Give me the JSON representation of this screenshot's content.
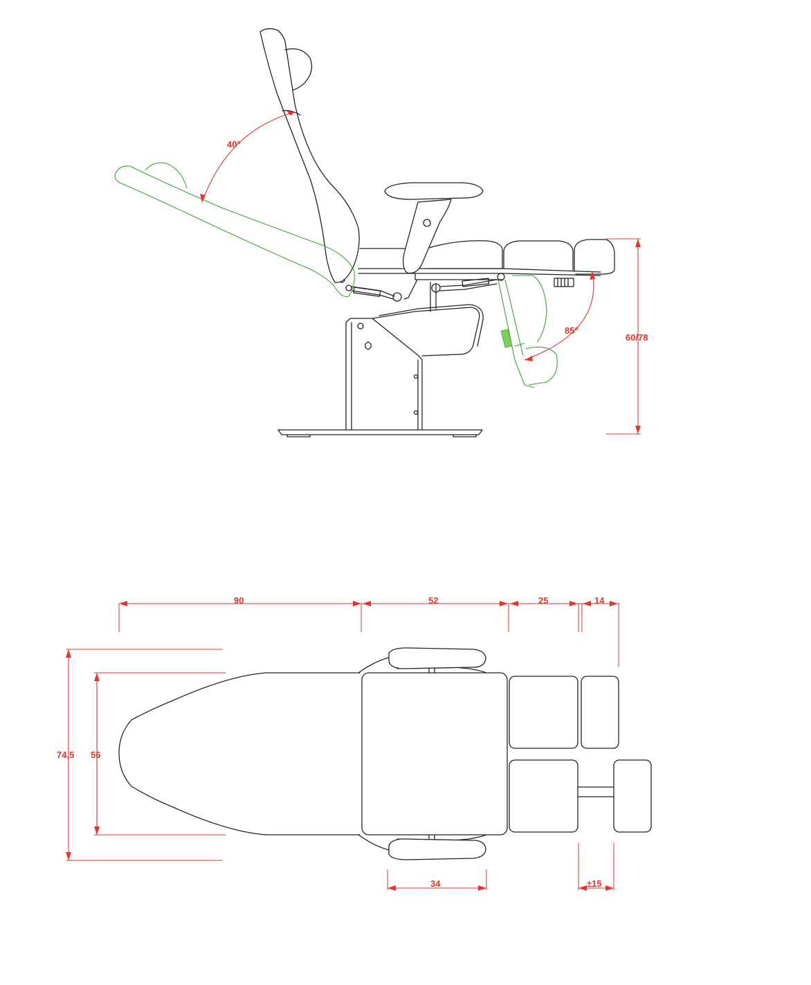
{
  "side_view": {
    "backrest_angle": "40°",
    "legrest_angle": "85°",
    "seat_height": "60/78"
  },
  "top_view": {
    "backrest_length": "90",
    "seat_length": "52",
    "leg_section_1": "25",
    "leg_section_2": "14",
    "total_width": "74,5",
    "body_width": "56",
    "armrest_length": "34",
    "footrest_adjust": "±15"
  },
  "colors": {
    "outline": "#222222",
    "dimension": "#e8342a",
    "alternate_position": "#3aa635"
  }
}
